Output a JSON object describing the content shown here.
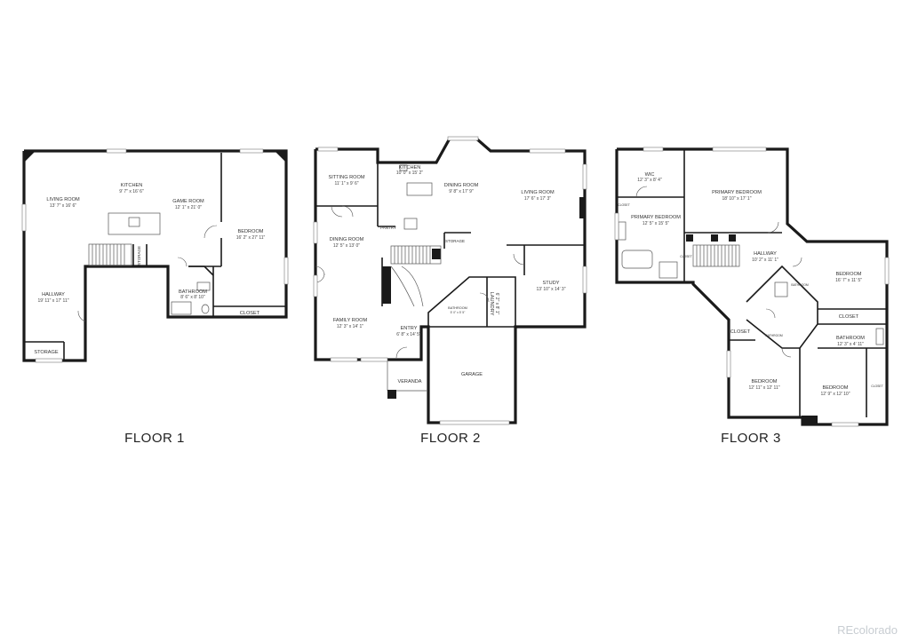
{
  "floors": [
    {
      "label": "FLOOR 1",
      "rooms": [
        {
          "name": "KITCHEN",
          "dims": "9' 7\" x 16' 6\""
        },
        {
          "name": "LIVING ROOM",
          "dims": "13' 7\" x 16' 6\""
        },
        {
          "name": "GAME ROOM",
          "dims": "12' 1\" x 21' 0\""
        },
        {
          "name": "BEDROOM",
          "dims": "16' 2\" x 27' 11\""
        },
        {
          "name": "STORAGE",
          "dims": ""
        },
        {
          "name": "HALLWAY",
          "dims": "19' 11\" x 17' 11\""
        },
        {
          "name": "BATHROOM",
          "dims": "8' 6\" x 8' 10\""
        },
        {
          "name": "CLOSET",
          "dims": ""
        },
        {
          "name": "STORAGE",
          "dims": ""
        }
      ]
    },
    {
      "label": "FLOOR 2",
      "rooms": [
        {
          "name": "SITTING ROOM",
          "dims": "11' 1\" x 9' 6\""
        },
        {
          "name": "KITCHEN",
          "dims": "10' 0\" x 15' 2\""
        },
        {
          "name": "DINING ROOM",
          "dims": "9' 8\" x 17' 9\""
        },
        {
          "name": "LIVING ROOM",
          "dims": "17' 6\" x 17' 3\""
        },
        {
          "name": "DINING ROOM",
          "dims": "12' 5\" x 13' 0\""
        },
        {
          "name": "PANTRY",
          "dims": ""
        },
        {
          "name": "STORAGE",
          "dims": ""
        },
        {
          "name": "STUDY",
          "dims": "13' 10\" x 14' 3\""
        },
        {
          "name": "FAMILY ROOM",
          "dims": "12' 3\" x 14' 1\""
        },
        {
          "name": "ENTRY",
          "dims": "6' 8\" x 14' 5\""
        },
        {
          "name": "BATHROOM",
          "dims": "5' 0\" x 5' 5\""
        },
        {
          "name": "LAUNDRY",
          "dims": "6' 2\" x 8' 1\""
        },
        {
          "name": "GARAGE",
          "dims": ""
        },
        {
          "name": "VERANDA",
          "dims": ""
        }
      ]
    },
    {
      "label": "FLOOR 3",
      "rooms": [
        {
          "name": "WIC",
          "dims": "12' 3\" x 8' 4\""
        },
        {
          "name": "PRIMARY BEDROOM",
          "dims": "18' 10\" x 17' 1\""
        },
        {
          "name": "PRIMARY BEDROOM",
          "dims": "12' 5\" x 15' 5\""
        },
        {
          "name": "CLOSET",
          "dims": ""
        },
        {
          "name": "CLOSET",
          "dims": ""
        },
        {
          "name": "HALLWAY",
          "dims": "10' 2\" x 11' 1\""
        },
        {
          "name": "BEDROOM",
          "dims": "16' 7\" x 11' 5\""
        },
        {
          "name": "BATHROOM",
          "dims": ""
        },
        {
          "name": "CLOSET",
          "dims": ""
        },
        {
          "name": "CLOSET",
          "dims": ""
        },
        {
          "name": "BATHROOM",
          "dims": "12' 3\" x 4' 11\""
        },
        {
          "name": "BATHROOM",
          "dims": ""
        },
        {
          "name": "BEDROOM",
          "dims": "12' 11\" x 12' 11\""
        },
        {
          "name": "BEDROOM",
          "dims": "12' 9\" x 12' 10\""
        },
        {
          "name": "CLOSET",
          "dims": ""
        }
      ]
    }
  ],
  "watermark": "REcolorado"
}
